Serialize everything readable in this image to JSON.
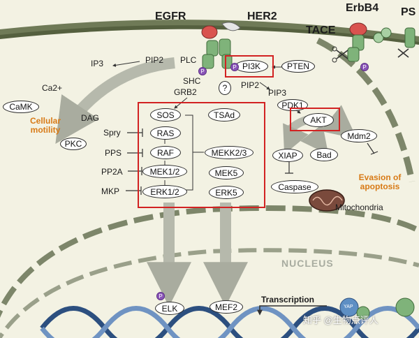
{
  "receptors": {
    "egfr": "EGFR",
    "her2": "HER2",
    "erbb4": "ErbB4",
    "ps": "PS",
    "tace": "TACE"
  },
  "membrane": {
    "ip3": "IP3",
    "pip2_left": "PIP2",
    "plc": "PLC",
    "shc": "SHC",
    "grb2": "GRB2",
    "pi3k": "PI3K",
    "pten": "PTEN",
    "pip2_right": "PIP2",
    "pip3": "PIP3",
    "pdk1": "PDK1",
    "unknown": "?",
    "phospho": "P"
  },
  "left_branch": {
    "ca2": "Ca2+",
    "camk": "CaMK",
    "dag": "DAG",
    "pkc": "PKC",
    "cellular_motility": "Cellular motility"
  },
  "mapk": {
    "sos": "SOS",
    "ras": "RAS",
    "raf": "RAF",
    "mek12": "MEK1/2",
    "erk12": "ERK1/2",
    "tsad": "TSAd",
    "mekk23": "MEKK2/3",
    "mek5": "MEK5",
    "erk5": "ERK5",
    "spry": "Spry",
    "pps": "PPS",
    "pp2a": "PP2A",
    "mkp": "MKP"
  },
  "survival": {
    "akt": "AKT",
    "mdm2": "Mdm2",
    "xiap": "XIAP",
    "bad": "Bad",
    "caspase": "Caspase",
    "mitochondria": "Mitochondria",
    "evasion": "Evasion of apoptosis"
  },
  "nucleus": {
    "label": "NUCLEUS",
    "transcription": "Transcription",
    "elk": "ELK",
    "mef2": "MEF2",
    "yap": "YAP"
  },
  "watermark": "知乎 @生物点评人",
  "colors": {
    "background": "#f3f2e3",
    "membrane": "#6f7a57",
    "arrow_gray": "#b0b3a6",
    "highlight_red": "#d22222",
    "annotation_orange": "#d87a16",
    "phospho_purple": "#8a55b8",
    "dna_blue": "#2c4f7f"
  }
}
